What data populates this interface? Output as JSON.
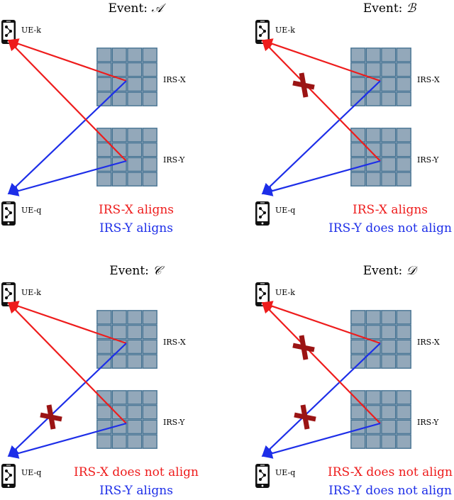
{
  "colors": {
    "x_path": "#ee1c1c",
    "y_path": "#1d2ee8",
    "cross": "#9b1414",
    "irs_fill": "#93a8ba",
    "irs_border": "#3f6f8f"
  },
  "labels": {
    "ue_k": "UE-k",
    "ue_q": "UE-q",
    "irs_x": "IRS-X",
    "irs_y": "IRS-Y",
    "event_prefix": "Event: "
  },
  "icons": {
    "device": "smartphone-icon",
    "blocked": "cross-icon"
  },
  "panels": [
    {
      "event": "𝒜",
      "caption_x": "IRS-X aligns",
      "caption_y": "IRS-Y aligns",
      "cross_x_path": false,
      "cross_y_path": false
    },
    {
      "event": "ℬ",
      "caption_x": "IRS-X aligns",
      "caption_y": "IRS-Y does not align",
      "cross_x_path": false,
      "cross_y_path": true
    },
    {
      "event": "𝒞",
      "caption_x": "IRS-X does not align",
      "caption_y": "IRS-Y aligns",
      "cross_x_path": true,
      "cross_y_path": false
    },
    {
      "event": "𝒟",
      "caption_x": "IRS-X does not align",
      "caption_y": "IRS-Y does not align",
      "cross_x_path": true,
      "cross_y_path": true
    }
  ]
}
